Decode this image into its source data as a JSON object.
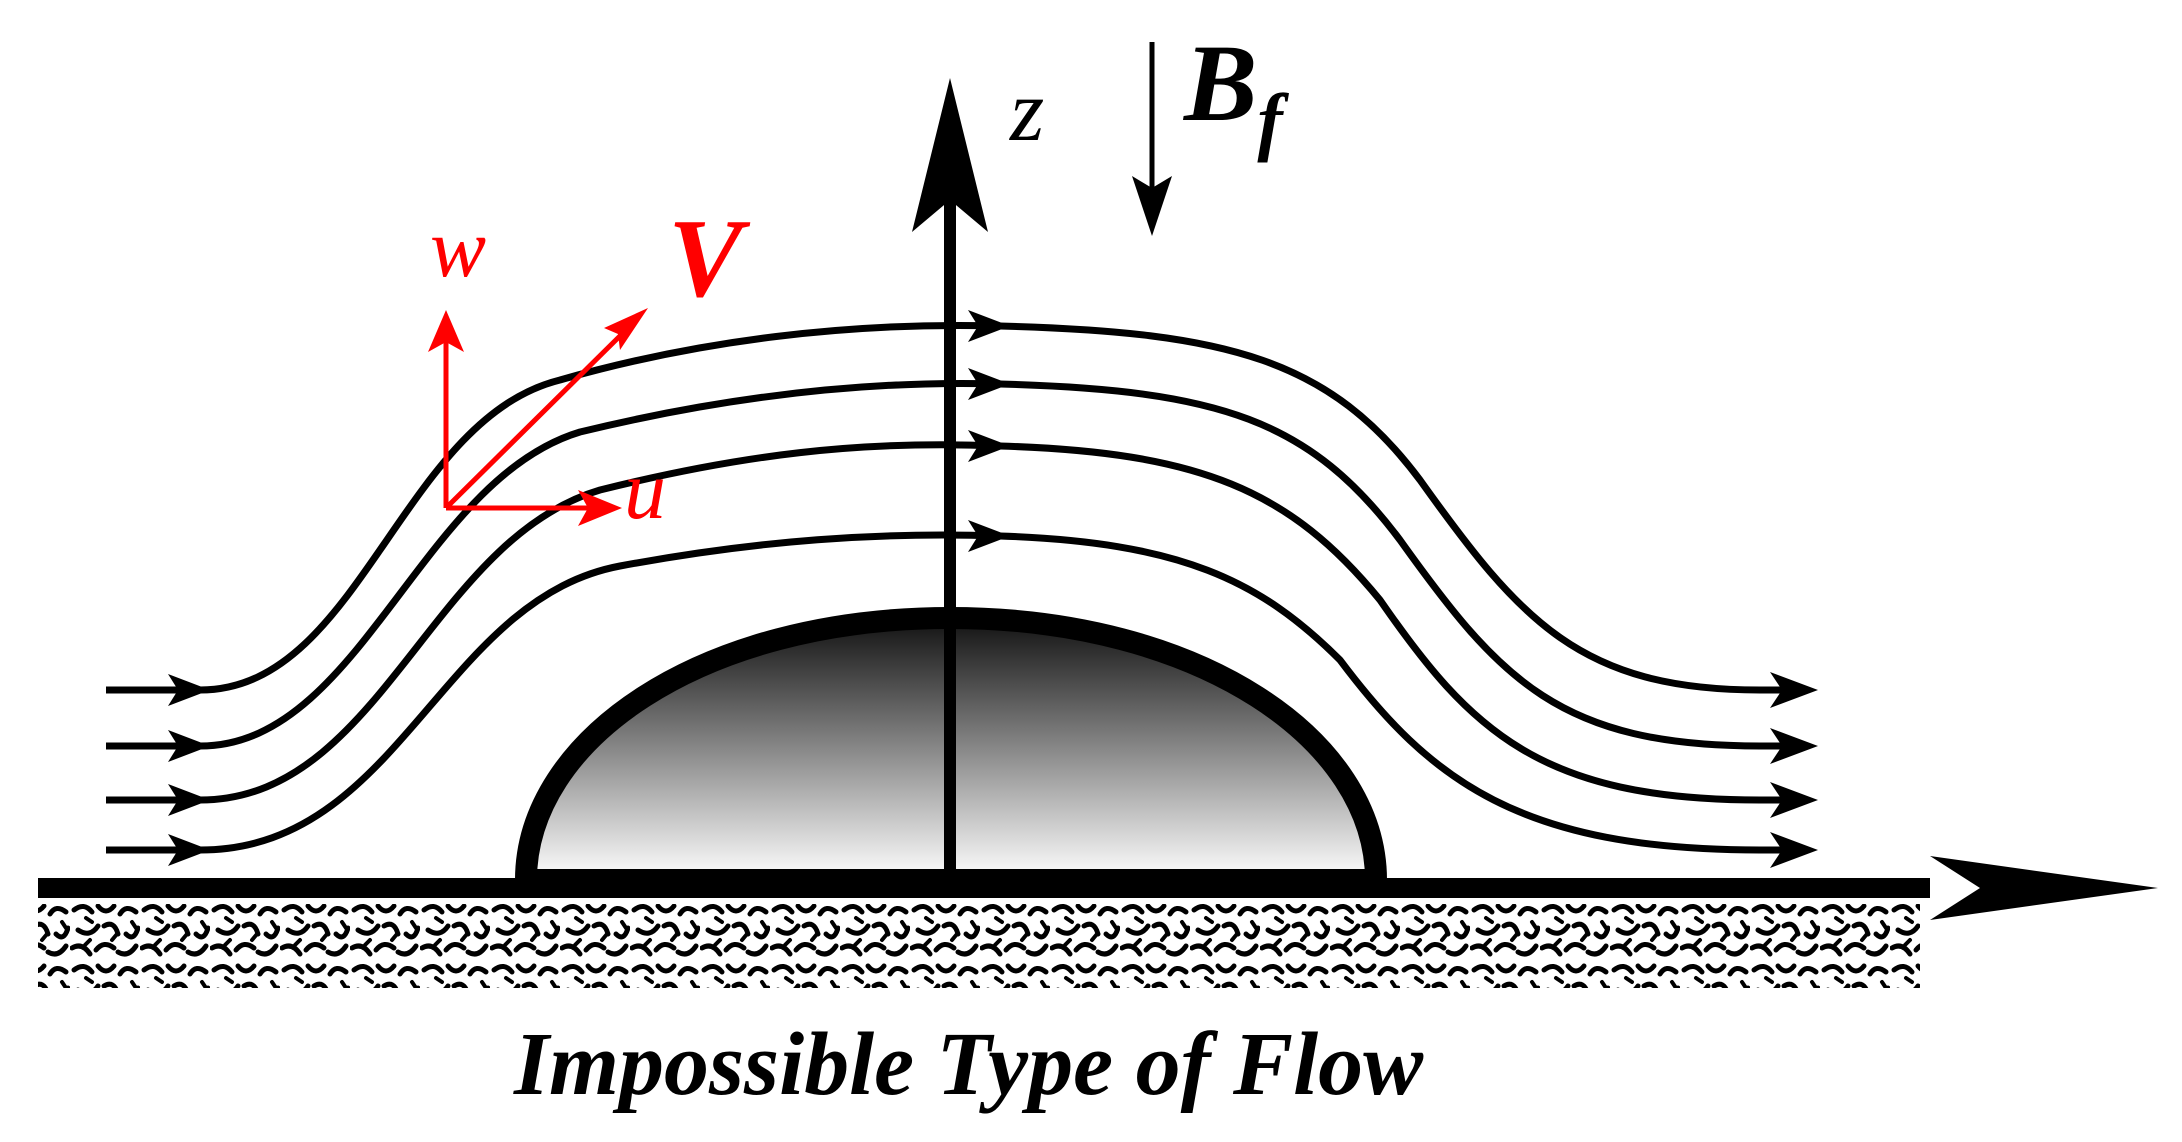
{
  "diagram": {
    "caption": "Impossible Type of Flow",
    "labels": {
      "z_axis": "z",
      "body_force_main": "B",
      "body_force_sub": "f",
      "velocity": "V",
      "w_component": "w",
      "u_component": "u"
    },
    "colors": {
      "stroke": "#000000",
      "vector": "#ff0000",
      "droplet_top": "#111111",
      "droplet_bottom": "#ffffff"
    },
    "streamline_count": 4,
    "elements": {
      "droplet": "droplet",
      "substrate": "substrate-hatch",
      "x_axis": "x-axis-arrow",
      "z_axis": "z-axis-arrow",
      "body_force_arrow": "body-force-arrow"
    }
  }
}
